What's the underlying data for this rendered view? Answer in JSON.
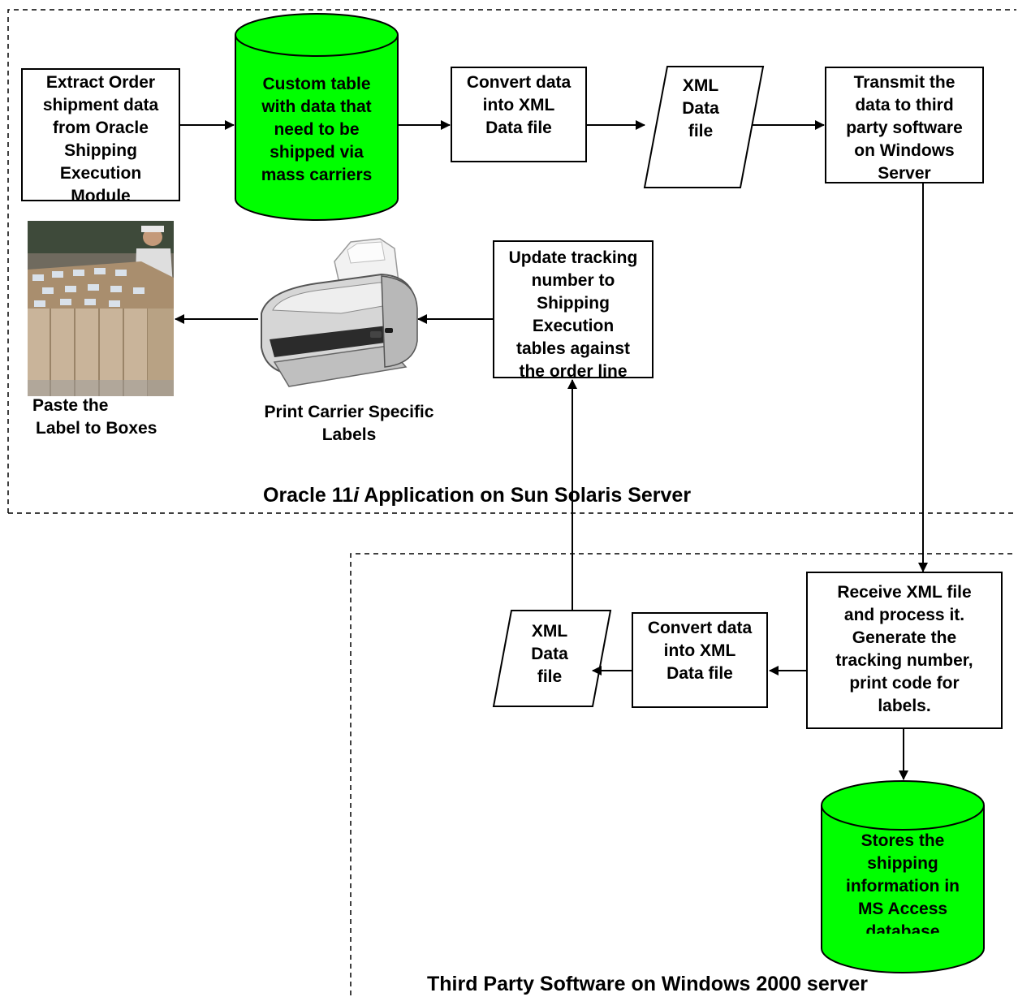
{
  "colors": {
    "cylinder_fill": "#00ff00",
    "line": "#000000",
    "background": "#ffffff"
  },
  "regions": {
    "oracle": {
      "title_prefix": "Oracle 11",
      "title_italic": "i",
      "title_suffix": " Application on Sun Solaris Server"
    },
    "third_party": {
      "title": "Third Party Software on Windows 2000 server"
    }
  },
  "nodes": {
    "extract": [
      "Extract Order",
      "shipment data",
      "from Oracle",
      "Shipping",
      "Execution",
      "Module"
    ],
    "custom_table": [
      "Custom table",
      "with data that",
      "need to be",
      "shipped via",
      "mass carriers"
    ],
    "convert_top": [
      "Convert data",
      "into XML",
      "Data file"
    ],
    "xml_top": [
      "XML",
      "Data",
      "file"
    ],
    "transmit": [
      "Transmit the",
      "data to third",
      "party software",
      "on Windows",
      "Server"
    ],
    "update_tracking": [
      "Update tracking",
      "number to",
      "Shipping",
      "Execution",
      "tables against",
      "the order line"
    ],
    "printer_label": [
      "Print Carrier Specific",
      "Labels"
    ],
    "paste_label": [
      "Paste the",
      "Label to Boxes"
    ],
    "receive": [
      "Receive XML file",
      "and process it.",
      "Generate the",
      "tracking number,",
      "print code for",
      "labels."
    ],
    "convert_bottom": [
      "Convert data",
      "into XML",
      "Data file"
    ],
    "xml_bottom": [
      "XML",
      "Data",
      "file"
    ],
    "store_db": [
      "Stores the",
      "shipping",
      "information in",
      "MS Access",
      "database"
    ]
  },
  "icons": {
    "printer": "printer-icon",
    "boxes_photo": "warehouse-boxes-photo"
  }
}
